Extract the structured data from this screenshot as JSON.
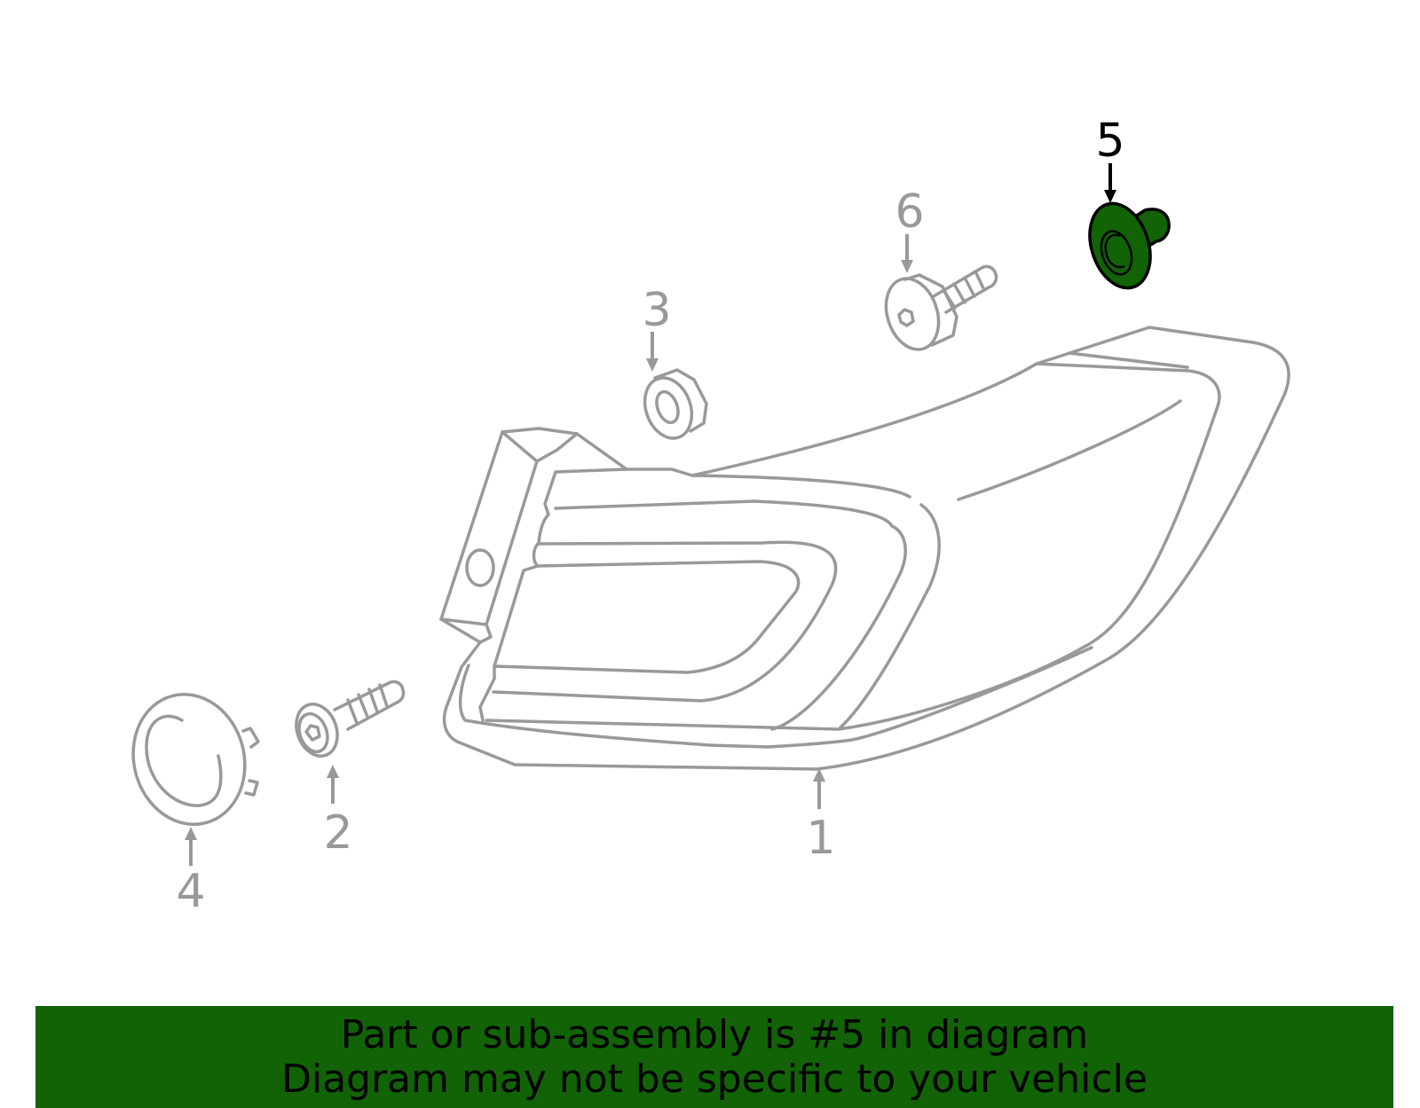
{
  "callouts": [
    {
      "id": "1",
      "label": "1",
      "highlighted": false
    },
    {
      "id": "2",
      "label": "2",
      "highlighted": false
    },
    {
      "id": "3",
      "label": "3",
      "highlighted": false
    },
    {
      "id": "4",
      "label": "4",
      "highlighted": false
    },
    {
      "id": "5",
      "label": "5",
      "highlighted": true
    },
    {
      "id": "6",
      "label": "6",
      "highlighted": false
    }
  ],
  "banner": {
    "line1": "Part or sub-assembly is #5 in diagram",
    "line2": "Diagram may not be specific to your vehicle"
  },
  "colors": {
    "outline": "#999999",
    "highlight_fill": "#116306",
    "highlight_text": "#000000",
    "banner_bg": "#116306"
  }
}
